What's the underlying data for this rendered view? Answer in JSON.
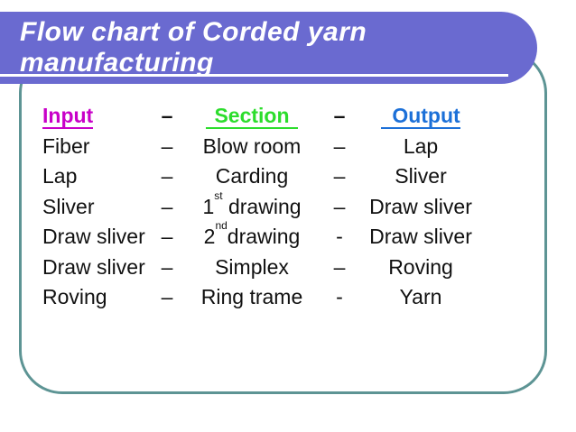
{
  "title": {
    "line1": "Flow chart of Corded yarn",
    "line2": "manufacturing"
  },
  "colors": {
    "header_bg": "#6a6ad0",
    "frame_border": "#5d9494",
    "input_heading": "#c800c8",
    "section_heading": "#2cdd2c",
    "output_heading": "#1c70d8",
    "body_text": "#111111"
  },
  "table": {
    "header": {
      "input": "Input",
      "dash1": "–",
      "section": "Section",
      "dash2": "–",
      "output": "Output"
    },
    "rows": [
      {
        "input": "Fiber",
        "dash1": "–",
        "section_pre": "Blow room",
        "section_sup": "",
        "section_post": "",
        "dash2": "–",
        "output": "Lap"
      },
      {
        "input": "Lap",
        "dash1": "–",
        "section_pre": "Carding",
        "section_sup": "",
        "section_post": "",
        "dash2": "–",
        "output": "Sliver"
      },
      {
        "input": "Sliver",
        "dash1": "–",
        "section_pre": "1",
        "section_sup": "st",
        "section_post": " drawing",
        "dash2": "–",
        "output": "Draw sliver"
      },
      {
        "input": "Draw sliver",
        "dash1": "–",
        "section_pre": "2",
        "section_sup": "nd",
        "section_post": "drawing",
        "dash2": "-",
        "output": "Draw sliver"
      },
      {
        "input": "Draw sliver",
        "dash1": "–",
        "section_pre": "Simplex",
        "section_sup": "",
        "section_post": "",
        "dash2": "–",
        "output": "Roving"
      },
      {
        "input": "Roving",
        "dash1": "–",
        "section_pre": "Ring trame",
        "section_sup": "",
        "section_post": "",
        "dash2": "-",
        "output": "Yarn"
      }
    ]
  }
}
